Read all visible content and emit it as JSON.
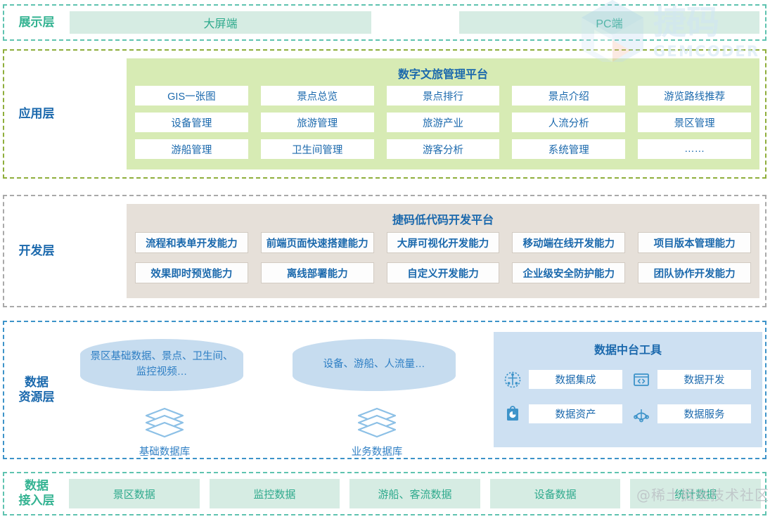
{
  "watermark": {
    "brand_cn": "捷码",
    "brand_en": "GEMCODER",
    "community": "@稀土掘金技术社区"
  },
  "colors": {
    "teal": "#2faa8d",
    "blue": "#1b69ad",
    "app_panel": "#d7ebb4",
    "dev_panel": "#e6e0d9",
    "data_panel": "#cde0f2",
    "mint": "#d6ece3"
  },
  "layers": {
    "presentation": {
      "label": "展示层",
      "items": [
        {
          "label": "大屏端"
        },
        {
          "label": "PC端"
        }
      ]
    },
    "application": {
      "label": "应用层",
      "panel_title": "数字文旅管理平台",
      "items": [
        {
          "label": "GIS一张图"
        },
        {
          "label": "景点总览"
        },
        {
          "label": "景点排行"
        },
        {
          "label": "景点介绍"
        },
        {
          "label": "游览路线推荐"
        },
        {
          "label": "设备管理"
        },
        {
          "label": "旅游管理"
        },
        {
          "label": "旅游产业"
        },
        {
          "label": "人流分析"
        },
        {
          "label": "景区管理"
        },
        {
          "label": "游船管理"
        },
        {
          "label": "卫生间管理"
        },
        {
          "label": "游客分析"
        },
        {
          "label": "系统管理"
        },
        {
          "label": "……"
        }
      ]
    },
    "development": {
      "label": "开发层",
      "panel_title": "捷码低代码开发平台",
      "items": [
        {
          "label": "流程和表单开发能力"
        },
        {
          "label": "前端页面快速搭建能力"
        },
        {
          "label": "大屏可视化开发能力"
        },
        {
          "label": "移动端在线开发能力"
        },
        {
          "label": "项目版本管理能力"
        },
        {
          "label": "效果即时预览能力"
        },
        {
          "label": "离线部署能力"
        },
        {
          "label": "自定义开发能力"
        },
        {
          "label": "企业级安全防护能力"
        },
        {
          "label": "团队协作开发能力"
        }
      ]
    },
    "data_resource": {
      "label": "数据\n资源层",
      "cylinders": [
        {
          "text": "景区基础数据、景点、卫生间、监控视频…",
          "db_label": "基础数据库",
          "icon": "stacked-layers-icon"
        },
        {
          "text": "设备、游船、人流量…",
          "db_label": "业务数据库",
          "icon": "stacked-layers-icon"
        }
      ],
      "tools_title": "数据中台工具",
      "tools": [
        {
          "label": "数据集成",
          "icon": "data-integration-icon"
        },
        {
          "label": "数据开发",
          "icon": "code-window-icon"
        },
        {
          "label": "数据资产",
          "icon": "asset-chart-icon"
        },
        {
          "label": "数据服务",
          "icon": "node-graph-icon"
        }
      ]
    },
    "data_access": {
      "label": "数据\n接入层",
      "items": [
        {
          "label": "景区数据"
        },
        {
          "label": "监控数据"
        },
        {
          "label": "游船、客流数据"
        },
        {
          "label": "设备数据"
        },
        {
          "label": "统计数据"
        }
      ]
    }
  }
}
